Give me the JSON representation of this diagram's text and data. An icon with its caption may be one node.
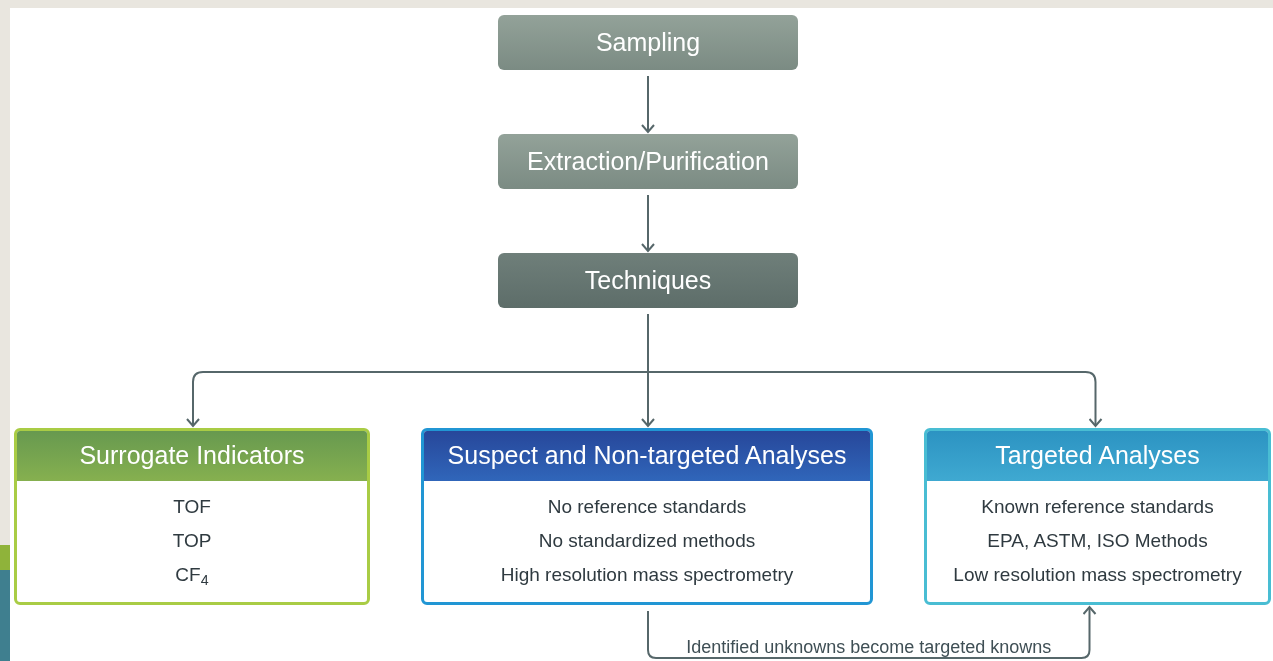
{
  "diagram": {
    "nodes": [
      {
        "text": [
          "Sampling"
        ]
      },
      {
        "text": [
          "Extraction/Purification"
        ]
      },
      {
        "text": [
          "Techniques"
        ]
      },
      {
        "text": [
          "Surrogate Indicators",
          "TOF",
          "TOP",
          "CF$_{4}$"
        ]
      },
      {
        "text": [
          "Suspect and Non-targeted Analyses",
          "No reference standards",
          "No standardized methods",
          "High resolution mass spectrometry"
        ]
      },
      {
        "text": [
          "Targeted Analyses",
          "Known reference standards",
          "EPA, ASTM, ISO Methods",
          "Low resolution mass spectrometry"
        ]
      }
    ],
    "edges": [
      {
        "from": 0,
        "to": 1,
        "arrow": "to"
      },
      {
        "from": 1,
        "to": 2,
        "arrow": "to"
      },
      {
        "from": 2,
        "to": 3,
        "arrow": "to"
      },
      {
        "from": 2,
        "to": 4,
        "arrow": "to"
      },
      {
        "from": 2,
        "to": 5,
        "arrow": "to"
      },
      {
        "from": 4,
        "to": 5,
        "arrow": "to",
        "label": "Identified unknowns become targeted knowns"
      }
    ]
  }
}
